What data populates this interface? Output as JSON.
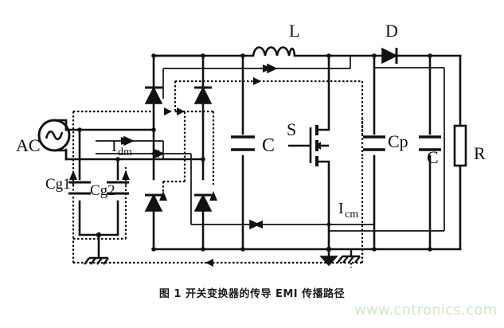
{
  "figure": {
    "caption": "图 1  开关变换器的传导 EMI 传播路径",
    "watermark": "www.cntronics.com",
    "title_cn": "开关变换器的传导 EMI 传播路径",
    "figure_number": "图 1"
  },
  "labels": {
    "ac_source": "AC",
    "cg1": "Cg1",
    "cg2": "Cg2",
    "inductor": "L",
    "diode": "D",
    "switch": "S",
    "cp": "Cp",
    "bus_cap": "C",
    "out_cap": "C",
    "load": "R",
    "i_dm": "I",
    "i_dm_sub": "dm",
    "i_cm": "I",
    "i_cm_sub": "cm"
  },
  "components": [
    {
      "id": "ac-source",
      "label": "AC",
      "type": "ac-voltage-source"
    },
    {
      "id": "cg1",
      "label": "Cg1",
      "type": "parasitic-capacitor"
    },
    {
      "id": "cg2",
      "label": "Cg2",
      "type": "parasitic-capacitor"
    },
    {
      "id": "bridge-diode-d1",
      "label": "",
      "type": "diode"
    },
    {
      "id": "bridge-diode-d2",
      "label": "",
      "type": "diode"
    },
    {
      "id": "bridge-diode-d3",
      "label": "",
      "type": "diode"
    },
    {
      "id": "bridge-diode-d4",
      "label": "",
      "type": "diode"
    },
    {
      "id": "bus-capacitor",
      "label": "C",
      "type": "capacitor"
    },
    {
      "id": "inductor",
      "label": "L",
      "type": "inductor"
    },
    {
      "id": "mosfet",
      "label": "S",
      "type": "n-mosfet"
    },
    {
      "id": "cp",
      "label": "Cp",
      "type": "parasitic-capacitor"
    },
    {
      "id": "output-diode",
      "label": "D",
      "type": "diode"
    },
    {
      "id": "output-capacitor",
      "label": "C",
      "type": "capacitor"
    },
    {
      "id": "load-resistor",
      "label": "R",
      "type": "resistor"
    },
    {
      "id": "earth-ground",
      "label": "",
      "type": "earth-ground"
    },
    {
      "id": "chassis-ground",
      "label": "",
      "type": "chassis-ground"
    },
    {
      "id": "signal-ground",
      "label": "",
      "type": "earth-ground"
    }
  ],
  "currents": [
    {
      "id": "idm",
      "label": "Idm",
      "description": "differential mode current path",
      "style": "solid"
    },
    {
      "id": "icm",
      "label": "Icm",
      "description": "common mode current path",
      "style": "dotted"
    }
  ],
  "colors": {
    "wire": "#111111",
    "text": "#111111",
    "background": "#ffffff",
    "watermark": "#cfe7c4"
  }
}
